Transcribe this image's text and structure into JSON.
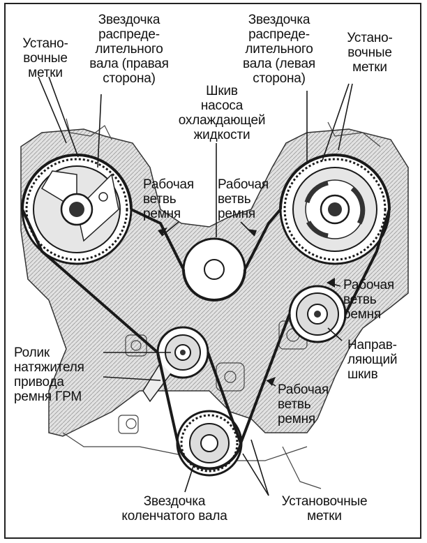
{
  "labels": {
    "timing_marks_left": "Устано-\nвочные\nметки",
    "cam_sprocket_right_side": "Звездочка\nраспреде-\nлительного\nвала (правая\nсторона)",
    "cam_sprocket_left_side": "Звездочка\nраспреде-\nлительного\nвала (левая\nсторона)",
    "timing_marks_right": "Устано-\nвочные\nметки",
    "water_pump_pulley": "Шкив\nнасоса\nохлаждающей\nжидкости",
    "working_run_1": "Рабочая\nветвь\nремня",
    "working_run_2": "Рабочая\nветвь\nремня",
    "working_run_3": "Рабочая\nветвь\nремня",
    "working_run_4": "Рабочая\nветвь\nремня",
    "idler_pulley": "Направ-\nляющий\nшкив",
    "tensioner_pulley": "Ролик\nнатяжителя\nпривода\nремня ГРМ",
    "crank_sprocket": "Звездочка\nколенчатого вала",
    "timing_marks_bottom": "Установочные\nметки"
  },
  "colors": {
    "ink": "#1a1a1a",
    "paper": "#ffffff",
    "engine_gray": "#d8d8d8"
  }
}
